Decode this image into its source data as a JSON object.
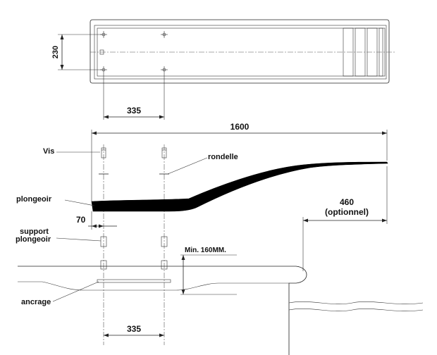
{
  "labels": {
    "dim_230": "230",
    "dim_335_top": "335",
    "dim_1600": "1600",
    "vis": "Vis",
    "rondelle": "rondelle",
    "plongeoir": "plongeoir",
    "dim_70": "70",
    "dim_460": "460",
    "optionnel": "(optionnel)",
    "support_line1": "support",
    "support_line2": "plongeoir",
    "min_height": "Min. 160MM.",
    "ancrage": "ancrage",
    "dim_335_bottom": "335"
  },
  "colors": {
    "ink": "#222222",
    "board": "#000000",
    "background": "#ffffff"
  }
}
